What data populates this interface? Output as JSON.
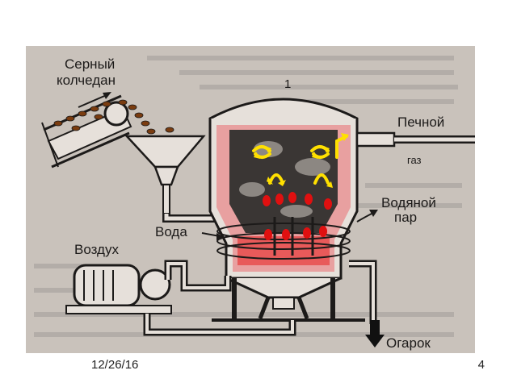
{
  "slide": {
    "date": "12/26/16",
    "page_number": "4"
  },
  "diagram": {
    "labels": {
      "sulfur_pyrite_line1": "Серный",
      "sulfur_pyrite_line2": "колчедан",
      "number": "1",
      "furnace_gas_line1": "Печной",
      "furnace_gas_line2": "газ",
      "steam_line1": "Водяной",
      "steam_line2": "пар",
      "water": "Вода",
      "air": "Воздух",
      "cinder": "Огарок"
    },
    "colors": {
      "background": "#c9c2bb",
      "ink": "#1c1a19",
      "lining": "#e8a0a0",
      "fire": "#e85a5a",
      "particle": "#e01010",
      "flow_arrow": "#ffe000",
      "ore": "#7a3c10"
    }
  }
}
